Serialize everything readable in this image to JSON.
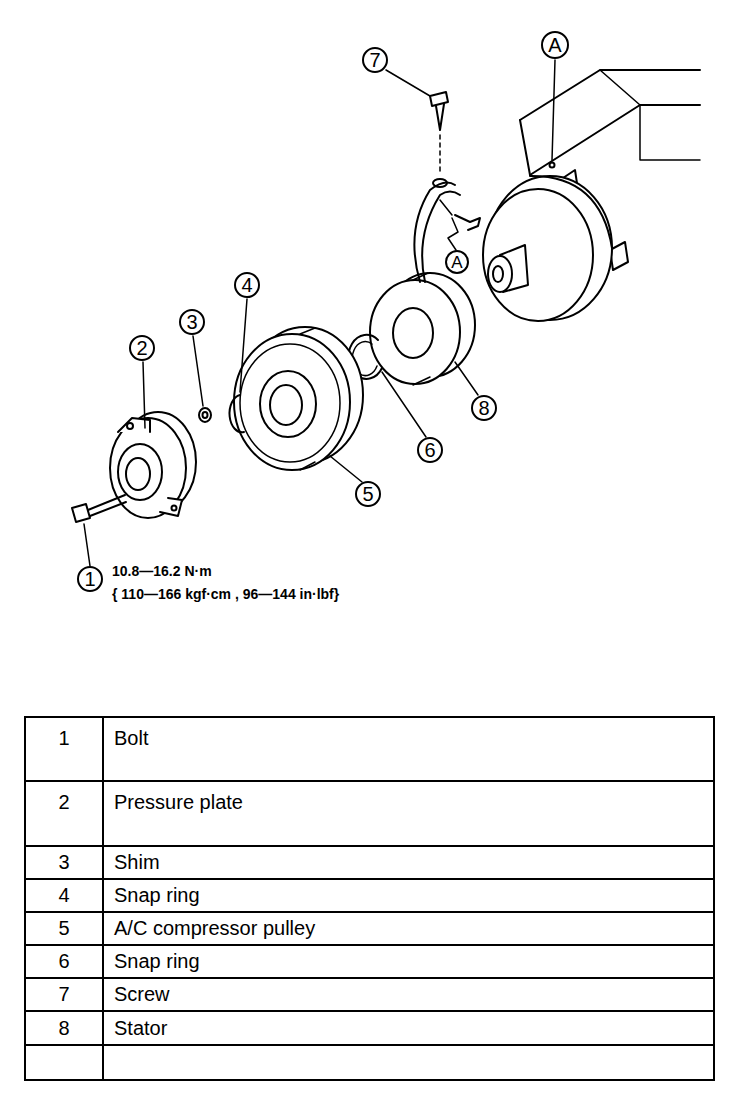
{
  "diagram": {
    "labels": [
      "A",
      "7",
      "A",
      "4",
      "3",
      "2",
      "5",
      "6",
      "8",
      "1",
      "10.8—16.2 N·m",
      "{ 110—166 kgf·cm , 96—144 in·lbf}",
      "1",
      "Bolt",
      "2",
      "Pressure plate",
      "3",
      "Shim",
      "4",
      "Snap ring",
      "5",
      "A/C compressor pulley",
      "6",
      "Snap ring",
      "7",
      "Screw",
      "8",
      "Stator"
    ]
  }
}
